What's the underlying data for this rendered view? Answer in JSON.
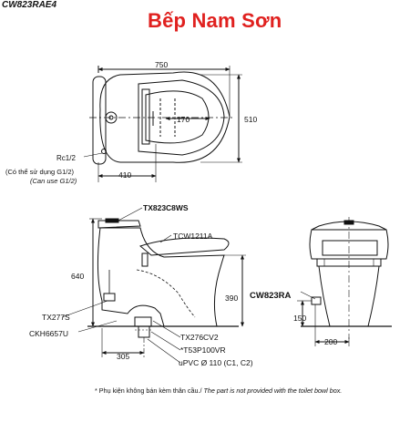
{
  "header": {
    "model_code": "CW823RAE4",
    "brand": "Bếp Nam Sơn",
    "brand_color": "#e0211f"
  },
  "top_view": {
    "dim_width": "750",
    "dim_depth": "510",
    "dim_inner": "170",
    "dim_outlet": "410",
    "inlet_label": "Rc1/2",
    "inlet_note_vi": "(Có thể sử dụng G1/2)",
    "inlet_note_en": "(Can use G1/2)"
  },
  "side_view": {
    "part_tank": "TX823C8WS",
    "part_seat": "TCW1211A",
    "part_bowl": "CW823RA",
    "part_valve": "TX277S",
    "part_hose": "CKH6657U",
    "part_flange": "TX276CV2",
    "part_pipe": "*T53P100VR",
    "pipe_spec": "uPVC Ø 110 (C1, C2)",
    "dim_height": "640",
    "dim_seat_height": "390",
    "dim_outlet_offset": "305"
  },
  "front_view": {
    "dim_inlet_height": "150",
    "dim_inlet_offset": "200"
  },
  "footnote": {
    "vi": "* Phụ kiện không bán kèm thân cầu./",
    "en": "The part is not provided with the toilet bowl box."
  }
}
